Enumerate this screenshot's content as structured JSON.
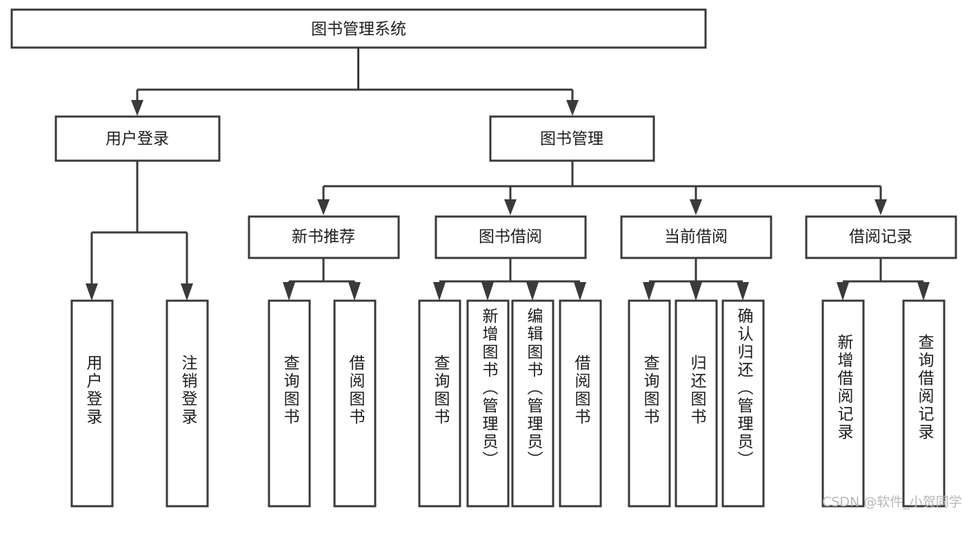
{
  "diagram": {
    "title": "图书管理系统",
    "type": "tree-hierarchy-chart",
    "root": {
      "label": "图书管理系统"
    },
    "level2": [
      {
        "label": "用户登录"
      },
      {
        "label": "图书管理"
      }
    ],
    "level3": [
      {
        "label": "新书推荐"
      },
      {
        "label": "图书借阅"
      },
      {
        "label": "当前借阅"
      },
      {
        "label": "借阅记录"
      }
    ],
    "leaves": {
      "user_login": [
        {
          "label": "用户登录"
        },
        {
          "label": "注销登录"
        }
      ],
      "new_book_recommend": [
        {
          "label": "查询图书"
        },
        {
          "label": "借阅图书"
        }
      ],
      "book_borrow": [
        {
          "label": "查询图书"
        },
        {
          "label": "新增图书（管理员）"
        },
        {
          "label": "编辑图书（管理员）"
        },
        {
          "label": "借阅图书"
        }
      ],
      "current_borrow": [
        {
          "label": "查询图书"
        },
        {
          "label": "归还图书"
        },
        {
          "label": "确认归还（管理员）"
        }
      ],
      "borrow_record": [
        {
          "label": "新增借阅记录"
        },
        {
          "label": "查询借阅记录"
        }
      ]
    }
  },
  "watermark": {
    "text": "CSDN @软件_小贺同学"
  },
  "colors": {
    "stroke": "#3a3a3a",
    "box_fill": "#ffffff",
    "text": "#1d1d1d",
    "watermark": "#b8b8b8",
    "background": "#ffffff"
  }
}
